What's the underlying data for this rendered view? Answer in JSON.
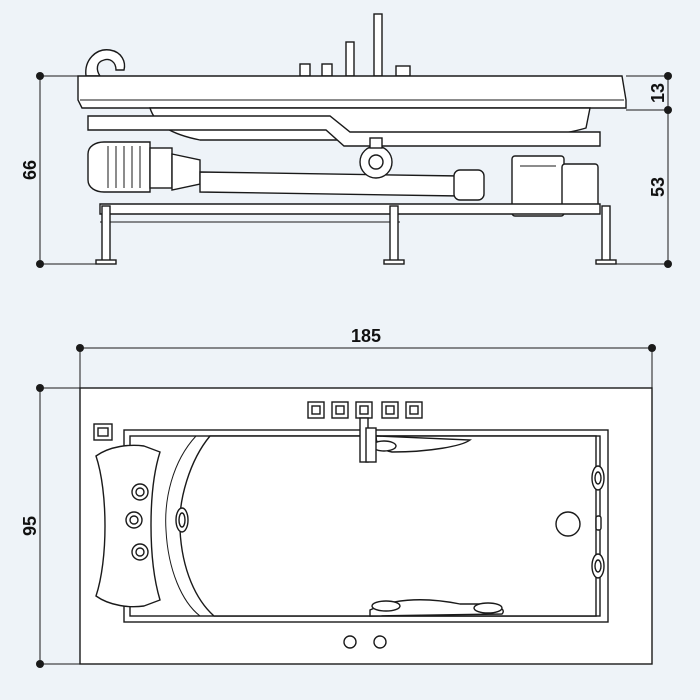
{
  "dimensions": {
    "total_height": "66",
    "rim_height": "13",
    "body_height": "53",
    "length": "185",
    "width": "95"
  },
  "colors": {
    "background": "#eef3f8",
    "line": "#1a1a1a",
    "fill": "#ffffff"
  }
}
